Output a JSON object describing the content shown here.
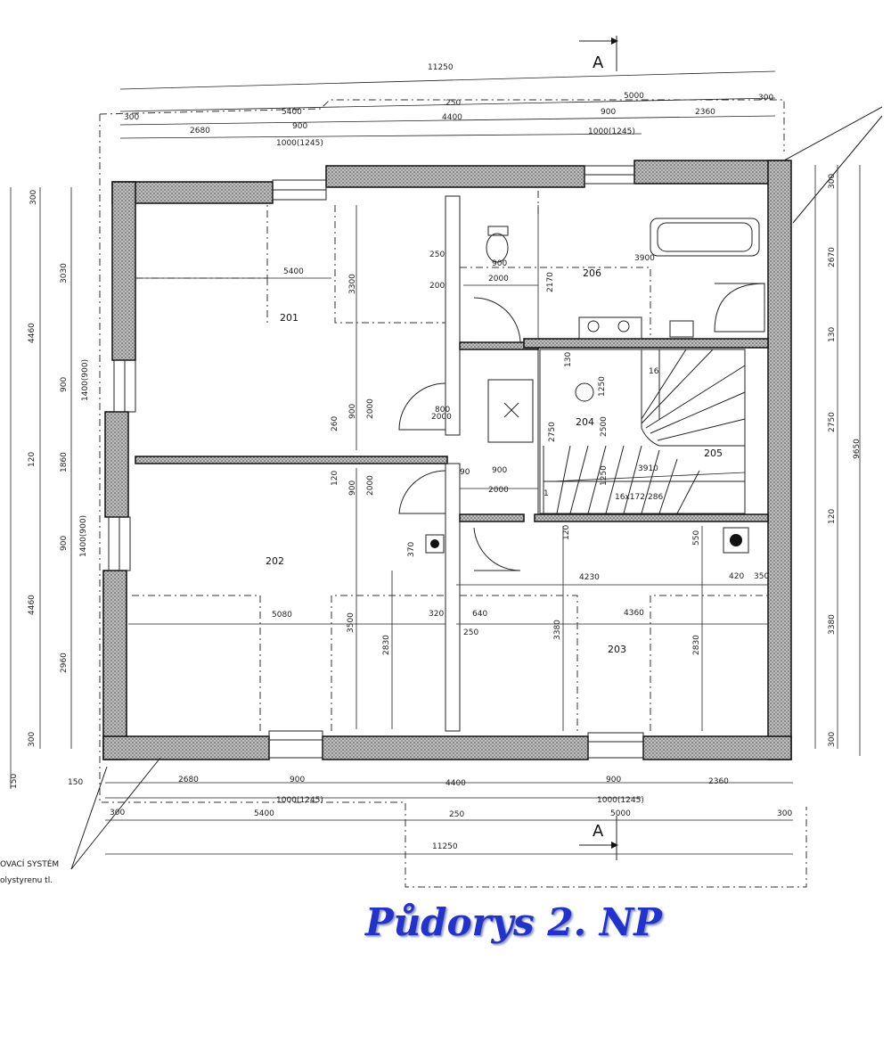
{
  "caption": "Půdorys 2. NP",
  "section_marks": {
    "top": "A",
    "bottom": "A"
  },
  "rooms": [
    "201",
    "202",
    "203",
    "204",
    "205",
    "206"
  ],
  "stair": {
    "steps": "16",
    "spec": "16x172/286"
  },
  "insulation_note": {
    "line1": "OVACÍ SYSTÉM",
    "line2": "olystyrenu tl."
  },
  "dims": {
    "top_total": "11250",
    "top_left": "5400",
    "top_mid": "250",
    "top_right": "5000",
    "top_300a": "300",
    "top_300b": "300",
    "top_2680": "2680",
    "top_900a": "900",
    "top_4400": "4400",
    "top_900b": "900",
    "top_2360": "2360",
    "top_win_a": "1000(1245)",
    "top_win_b": "1000(1245)",
    "bot_2680": "2680",
    "bot_900a": "900",
    "bot_4400": "4400",
    "bot_900b": "900",
    "bot_2360": "2360",
    "bot_win_a": "1000(1245)",
    "bot_win_b": "1000(1245)",
    "bot_300a": "300",
    "bot_5400": "5400",
    "bot_250": "250",
    "bot_5000": "5000",
    "bot_300b": "300",
    "bot_total": "11250",
    "bot_150a": "150",
    "bot_150b": "150",
    "left_300": "300",
    "left_3030": "3030",
    "left_4460a": "4460",
    "left_900a": "900",
    "left_1400a": "1400(900)",
    "left_120": "120",
    "left_1860": "1860",
    "left_900b": "900",
    "left_1400b": "1400(900)",
    "left_4460b": "4460",
    "left_2960": "2960",
    "left_300b": "300",
    "right_300": "300",
    "right_2670": "2670",
    "right_130": "130",
    "right_2750": "2750",
    "right_9650": "9650",
    "right_120": "120",
    "right_3380": "3380",
    "right_300b": "300",
    "r201_w": "5400",
    "r201_h": "3300",
    "d250": "250",
    "d200": "200",
    "d260": "260",
    "d900a": "900",
    "d2000a": "2000",
    "d120": "120",
    "d900b": "900",
    "d2000b": "2000",
    "r206_900": "900",
    "r206_2000": "2000",
    "r206_2170": "2170",
    "r206_3900": "3900",
    "door_a": "800",
    "door_a2": "2000",
    "r204_1250a": "1250",
    "r204_130": "130",
    "r204_2750": "2750",
    "r204_2500": "2500",
    "r204_1250b": "1250",
    "r204_3910": "3910",
    "r204_90": "90",
    "r204_900": "900",
    "r204_2000": "2000",
    "d370": "370",
    "r202_5080": "5080",
    "r202_3500": "3500",
    "r202_2830": "2830",
    "d320": "320",
    "d640": "640",
    "d250b": "250",
    "d120b": "120",
    "r203_4230": "4230",
    "r203_4360": "4360",
    "r203_3380": "3380",
    "r203_2830": "2830",
    "d550": "550",
    "d420": "420",
    "d350": "350",
    "d1": "1"
  }
}
